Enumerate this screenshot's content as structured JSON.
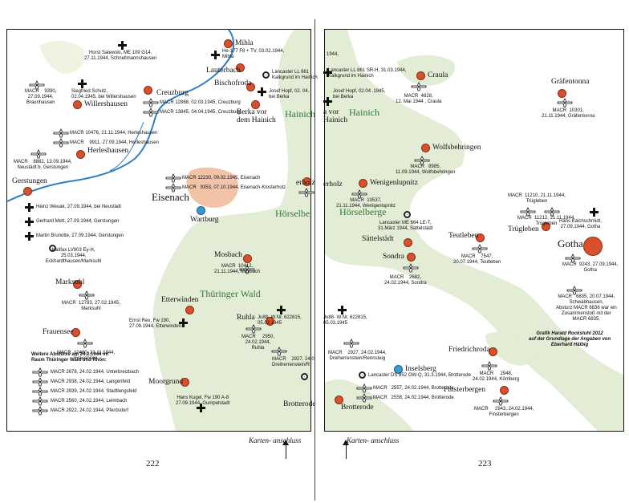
{
  "left_page": {
    "page_number": "222",
    "places": {
      "mihla": "Mihla",
      "lauterbach": "Lauterbach",
      "bischofroda": "Bischofroda",
      "berka": "Berka vor\ndem Hainich",
      "hainich": "Hainich",
      "creuzburg": "Creuzburg",
      "willershausen": "Willershausen",
      "herleshausen": "Herleshausen",
      "gerstungen": "Gerstungen",
      "eisenach": "Eisenach",
      "wartburg": "Wartburg",
      "hoerselbe": "Hörselbe",
      "mosbach": "Mosbach",
      "etterwinden": "Etterwinden",
      "thueringer_wald": "Thüringer Wald",
      "ruhla": "Ruhla",
      "marksuhl": "Marksuhl",
      "frauensee": "Frauensee",
      "moorgrund": "Moorgrund",
      "brotterode": "Brotterode",
      "erholz": "erholz"
    },
    "labels": {
      "salewski": "Horst Salewski, ME 109 G14,\n27.11.1944, Schnellmannshausen",
      "he177": "He-177 F8 + TV, 03.02.1944,\nMihla",
      "lancaster_l": "Lancaster LL 861\nKalkgrund im Hainich",
      "hopf_l": "Josef Hopf, 02. 04.\nbei Berka",
      "macr9390": "MACR    9390,\n27.09.1944,\nBraunhausen",
      "schulz": "Siegfried Schulz,\n02.04.1945, bei Willershausen",
      "macr12868": "MACR 12868, 02.03.1945, Creuzburg",
      "macr13845": "MACR 13845, 04.04.1945, Creuzburg",
      "macr10476": "MACR 10476, 21.11.1944, Herleshausen",
      "macr9911": "MACR    9911, 27.09.1944, Herleshausen",
      "macr8882": "MACR    8882, 13.09.1944,\nNeustädt b. Gerstungen",
      "macr12230": "MACR 12230, 09.02.1945, Eisenach",
      "macr9353": "MACR   9353, 07.10.1944, Eisenach-Klosterholz",
      "weuak": "Heinz Weuak, 27.09.1944, bei Neustädt",
      "mett": "Gerhard Mett, 27.09.1944, Gerstungen",
      "brunotte": "Martin Brunotte, 27.09.1944, Gerstungen",
      "halifax": "Halifax LV903 Ey-H,\n25.03.1944,\nEckhardthausen/Marksuhl",
      "macr10412": "MACR  10412,\n21.11.1944, Mosbach",
      "macr12783": "MACR  12783, 27.02.1945,\nMarksuhl",
      "rex": "Ernst Rex, Fw 190,\n27.09.1944, Etterwinden.",
      "ju88_l": "Ju88- W.Nr. 622815,\n05.03.1945",
      "macr2950": "MACR     2950,\n24.02.1944,\nRuhla",
      "macr2927_l": "MACR    2927, 24.0\nDreiherrenstein/R",
      "macr10480": "MACR  10480, 21.11.1944,\nFrauensee",
      "weitere": "Weitere Abstürze am 24.2.1944 im\nRaum Thüringer Wald und Rhön:",
      "macr2678": "MACR 2678, 24.02.1944, Unterbreizbach",
      "macr2938": "MACR 2938, 24.02.1944, Langenfeld",
      "macr2939": "MACR 2939, 24.02.1944, Stadtlengsfeld",
      "macr2560": "MACR 2560, 24.02.1944, Leimbach",
      "macr2922": "MACR 2922, 24.02.1944, Pferdsdorf",
      "kugel": "Hans Kugel, Fw 190 A-8\n27.09.1944, Gumpelstadt"
    },
    "arrow_label": "Karten-\nanschluss"
  },
  "right_page": {
    "page_number": "223",
    "places": {
      "craula": "Craula",
      "graefentonna": "Gräfentonna",
      "hainich": "Hainich",
      "ainich": "ainich",
      "wolfsbehringen": "Wolfsbehringen",
      "weningenlupnitz": "Wenigenlupnitz",
      "hoerselberge": "Hörselberge",
      "erholz": "erholz",
      "saettelstaedt": "Sättelstädt",
      "teutleben": "Teutleben",
      "truegleben": "Trügleben",
      "gotha": "Gotha",
      "sondra": "Sondra",
      "inselsberg": "Inselsberg",
      "friedrichroda": "Friedrichroda",
      "finsterbergen": "Finsterbergen",
      "brotterode": "Brotterode",
      "berka_frag": "a vor\nHainich"
    },
    "labels": {
      "lancaster_r": "Lancaster LL 861 SR-H, 31.03.1944,\nKalkgrund im Hainich",
      "hopf_r": "Josef Hopf, 02.04 .1945,\nbei Berka",
      "frag1944": "1944,",
      "macr4828": "MACR  4828,\n12. Mai 1944 , Craula",
      "macr10301": "MACR  10301,\n21.11.1944, Gräfentonna",
      "macr8985": "MACR   8985,\n11.09.1944, Wolfsbehringen",
      "macr10537": "MACR  10537,\n21.11.1944, Wenigenlupnitz",
      "me664": "Lancaster ME 664 LE-T,\n31.März 1944, Sättelstädt",
      "macr11210": "MACR  11210, 21.11.1944,\nTrügleben",
      "macr11212": "MACR  11212, 21.11.1944,\nTrügleben",
      "kalchschmidt": "Hans Kalchschmidt,\n27.09.1944, Gotha",
      "macr7547": "MACR    7547,\n20.07.1944, Teutleben",
      "macr2682": "MACR    2682,\n24.02.1944, Sondra",
      "macr9243": "MACR  9243, 27.09.1944,\nGotha",
      "macr6835": "MACR   6835, 20.07.1944,\nSchwabhausen,\nAbsturz MACR 6836 war ein\nZusammenstoß mit der\nMACR 6835.",
      "credit": "Grafik Harald Rockstuhl 2012\nauf der Grundlage der Angaben von\nEberhard Hälbig",
      "ju88_r": "Ju88- W.Nr. 622815,\n05.03.1945",
      "macr2927_r": "MACR    2927, 24.02.1944,\nDreiherrenstein/Rennsteig",
      "macr2948": "MACR     2948,\n24.02.1944, Körnberg",
      "ds852": "Lancaster DS 852 OW-Q, 31.3.1944, Brotterode",
      "macr2557": "MACR   2557, 24.02.1944, Brotterode",
      "macr2558": "MACR   2558, 24.02.1944, Brotterode",
      "macr2943": "MACR     2943, 24.02.1944,\nFinsterbergen"
    },
    "arrow_label": "Karten-\nanschluss"
  },
  "colors": {
    "forest": "#e3ecd4",
    "river": "#2f7fc4",
    "city_area": "#f2c3a6",
    "crash_dot": "#d9502c",
    "landmark_dot": "#3a9bd4",
    "region_text": "#2f7a3a"
  }
}
